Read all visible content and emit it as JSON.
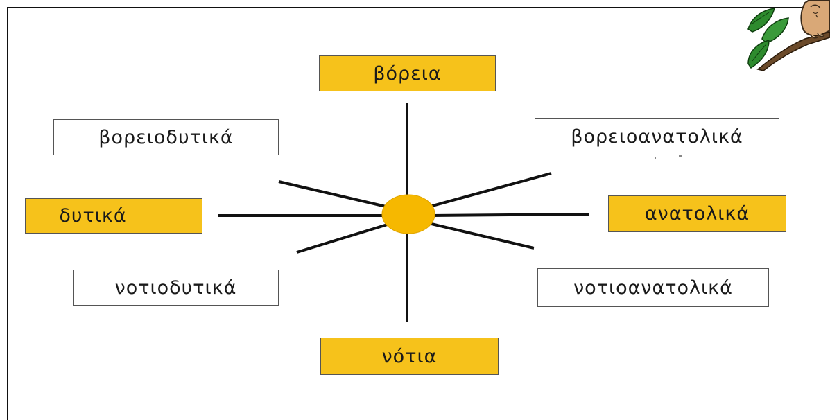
{
  "directions": {
    "north": "βόρεια",
    "south": "νότια",
    "east": "ανατολικά",
    "west": "δυτικά",
    "northeast": "βορειοανατολικά",
    "northwest": "βορειοδυτικά",
    "southeast": "νοτιοανατολικά",
    "southwest": "νοτιοδυτικά"
  },
  "colors": {
    "primary_box": "#f6c21b",
    "center": "#f6b800",
    "secondary_box": "#ffffff",
    "lines": "#111111"
  },
  "icons": [
    "tree-branch-mascot-icon"
  ]
}
